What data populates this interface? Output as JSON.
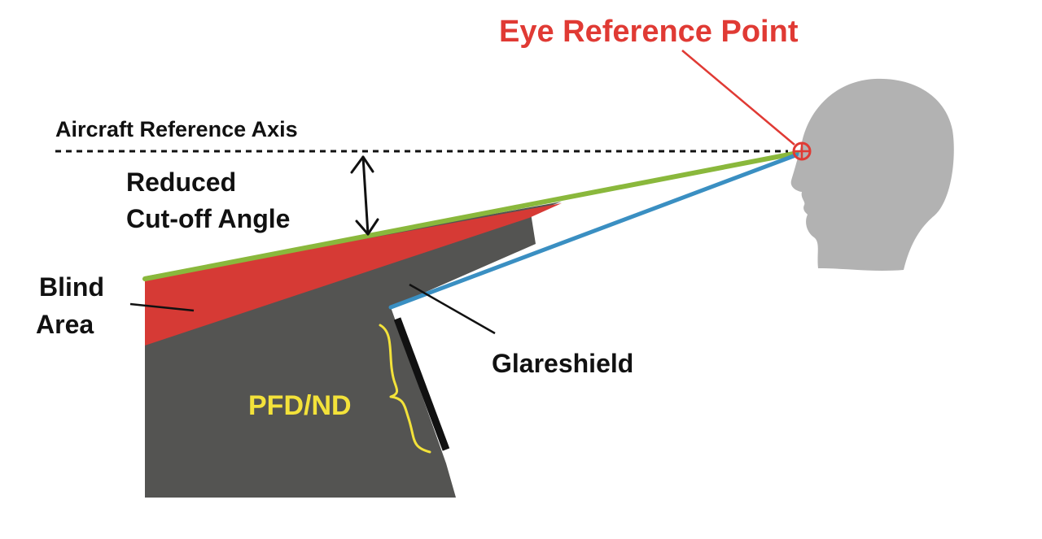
{
  "labels": {
    "eye_reference_point": "Eye Reference Point",
    "aircraft_reference_axis": "Aircraft Reference Axis",
    "reduced_cutoff_angle_line1": "Reduced",
    "reduced_cutoff_angle_line2": "Cut-off Angle",
    "blind_area_line1": "Blind",
    "blind_area_line2": "Area",
    "glareshield": "Glareshield",
    "pfd_nd": "PFD/ND"
  },
  "colors": {
    "eye_point": "#e03a34",
    "sight_line_green": "#8ab83c",
    "sight_line_blue": "#3a8fc2",
    "blind_area": "#d63a35",
    "glareshield_body": "#545452",
    "head": "#b2b2b2",
    "pfd_bracket": "#f3e23a",
    "text": "#111111"
  }
}
